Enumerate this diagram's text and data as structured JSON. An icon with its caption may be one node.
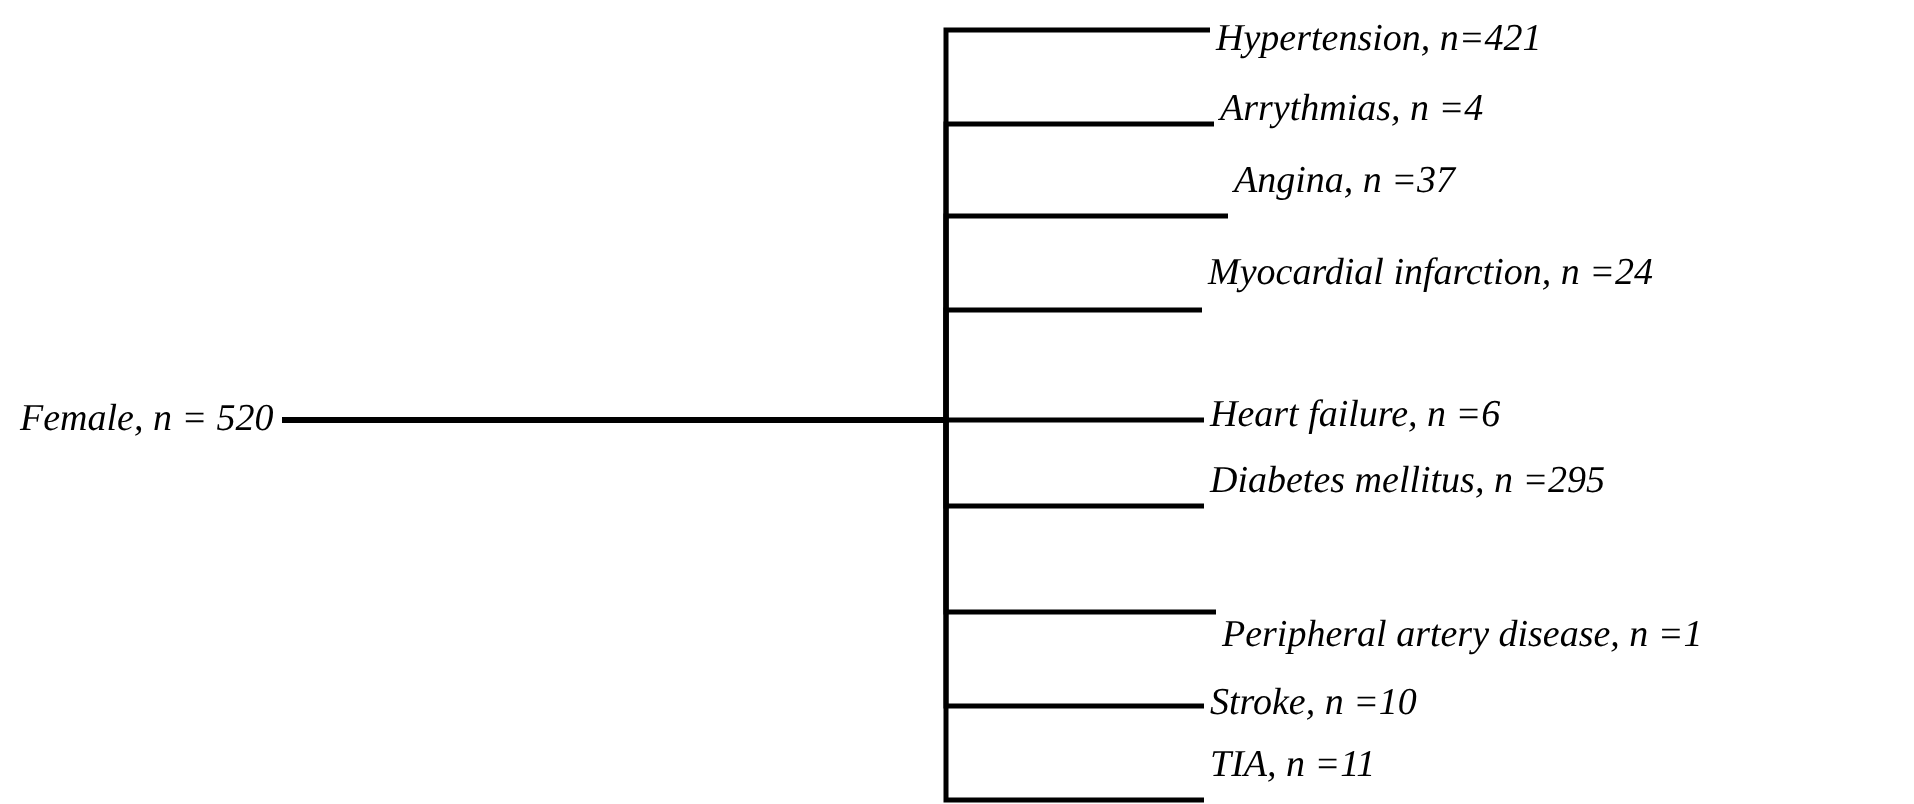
{
  "diagram": {
    "nodes": [
      {
        "text": [
          "Female, n = 520"
        ]
      },
      {
        "text": [
          "Hypertension, n=421"
        ]
      },
      {
        "text": [
          "Arrythmias, n =4"
        ]
      },
      {
        "text": [
          "Angina, n =37"
        ]
      },
      {
        "text": [
          "Myocardial infarction, n =24"
        ]
      },
      {
        "text": [
          "Heart failure, n =6"
        ]
      },
      {
        "text": [
          "Diabetes mellitus, n =295"
        ]
      },
      {
        "text": [
          "Peripheral artery disease, n =1"
        ]
      },
      {
        "text": [
          "Stroke, n =10"
        ]
      },
      {
        "text": [
          "TIA, n =11"
        ]
      }
    ],
    "edges": [
      {
        "from": 0,
        "to": 1,
        "arrow": "none"
      },
      {
        "from": 0,
        "to": 2,
        "arrow": "none"
      },
      {
        "from": 0,
        "to": 3,
        "arrow": "none"
      },
      {
        "from": 0,
        "to": 4,
        "arrow": "none"
      },
      {
        "from": 0,
        "to": 5,
        "arrow": "none"
      },
      {
        "from": 0,
        "to": 6,
        "arrow": "none"
      },
      {
        "from": 0,
        "to": 7,
        "arrow": "none"
      },
      {
        "from": 0,
        "to": 8,
        "arrow": "none"
      },
      {
        "from": 0,
        "to": 9,
        "arrow": "none"
      }
    ]
  }
}
